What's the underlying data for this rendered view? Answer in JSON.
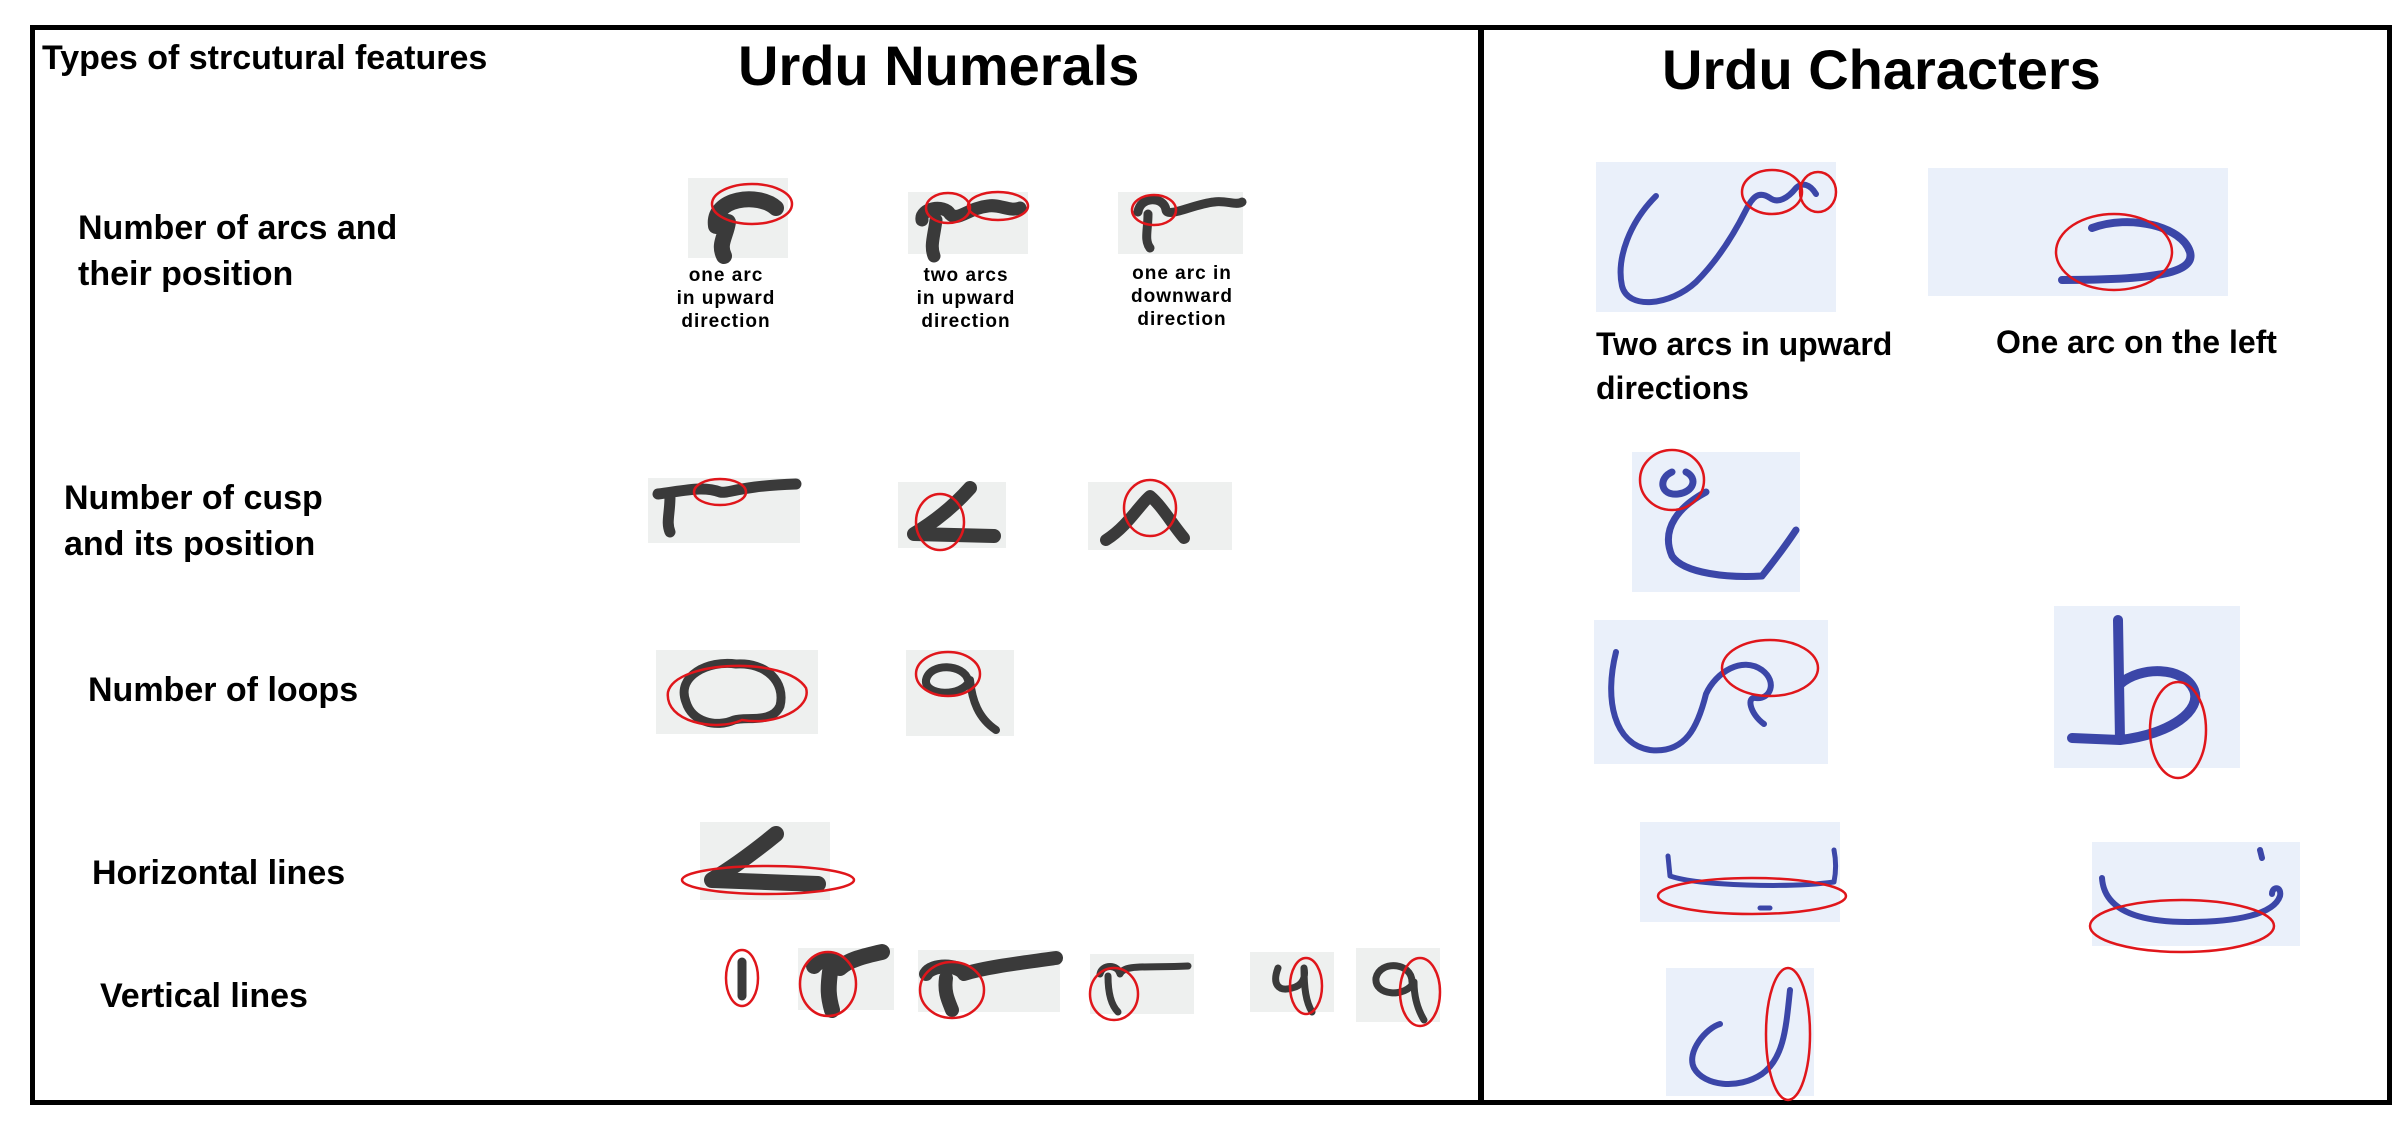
{
  "header": {
    "corner_label": "Types of strcutural features",
    "numerals_title": "Urdu Numerals",
    "characters_title": "Urdu Characters"
  },
  "rows": [
    {
      "label_line1": "Number of arcs and",
      "label_line2": "their position"
    },
    {
      "label_line1": "Number of cusp",
      "label_line2": "and its position"
    },
    {
      "label_line1": "Number of loops"
    },
    {
      "label_line1": "Horizontal lines"
    },
    {
      "label_line1": "Vertical lines"
    }
  ],
  "numeral_captions": [
    "one arc\nin upward\ndirection",
    "two arcs\nin upward\ndirection",
    "one arc in\ndownward\ndirection"
  ],
  "character_captions": {
    "two_arcs": "Two arcs in upward\ndirections",
    "one_arc_left": "One arc on the left"
  },
  "colors": {
    "highlight": "#e0161b",
    "character_ink": "#3b46a8",
    "numeral_ink": "#3a3a3a"
  }
}
